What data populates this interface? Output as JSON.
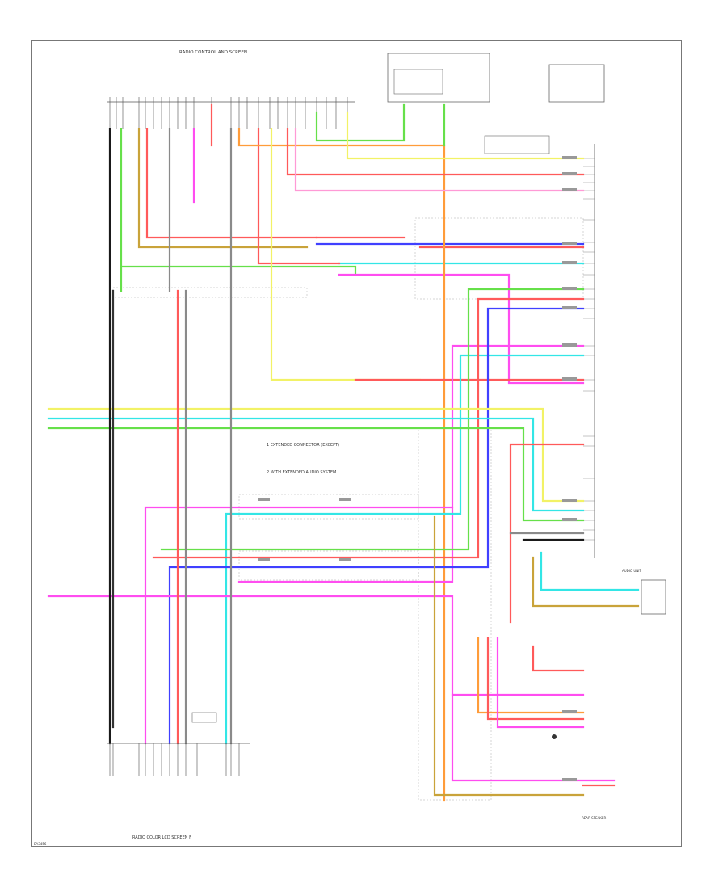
{
  "colors": {
    "green": "#66e04a",
    "pink": "#ff4df0",
    "red": "#ff5a5a",
    "yellow": "#f2f266",
    "orange": "#ff9c3a",
    "blue": "#4040ff",
    "cyan": "#33e6e6",
    "gray": "#8a8a8a",
    "black": "#1a1a1a",
    "tan": "#c9a33a",
    "brown": "#a06a2a",
    "frame": "#777777"
  },
  "labels": {
    "top_connector": "RADIO CONTROL AND SCREEN",
    "bottom_connector": "RADIO COLOR  LCD  SCREEN F",
    "note1": "1  EXTENDED CONNECTOR (EXCEPT)",
    "note2": "2  WITH EXTENDED AUDIO SYSTEM",
    "audio_unit": "AUDIO UNIT",
    "rear_speaker": "REAR SPEAKER",
    "code": "EA3456"
  }
}
